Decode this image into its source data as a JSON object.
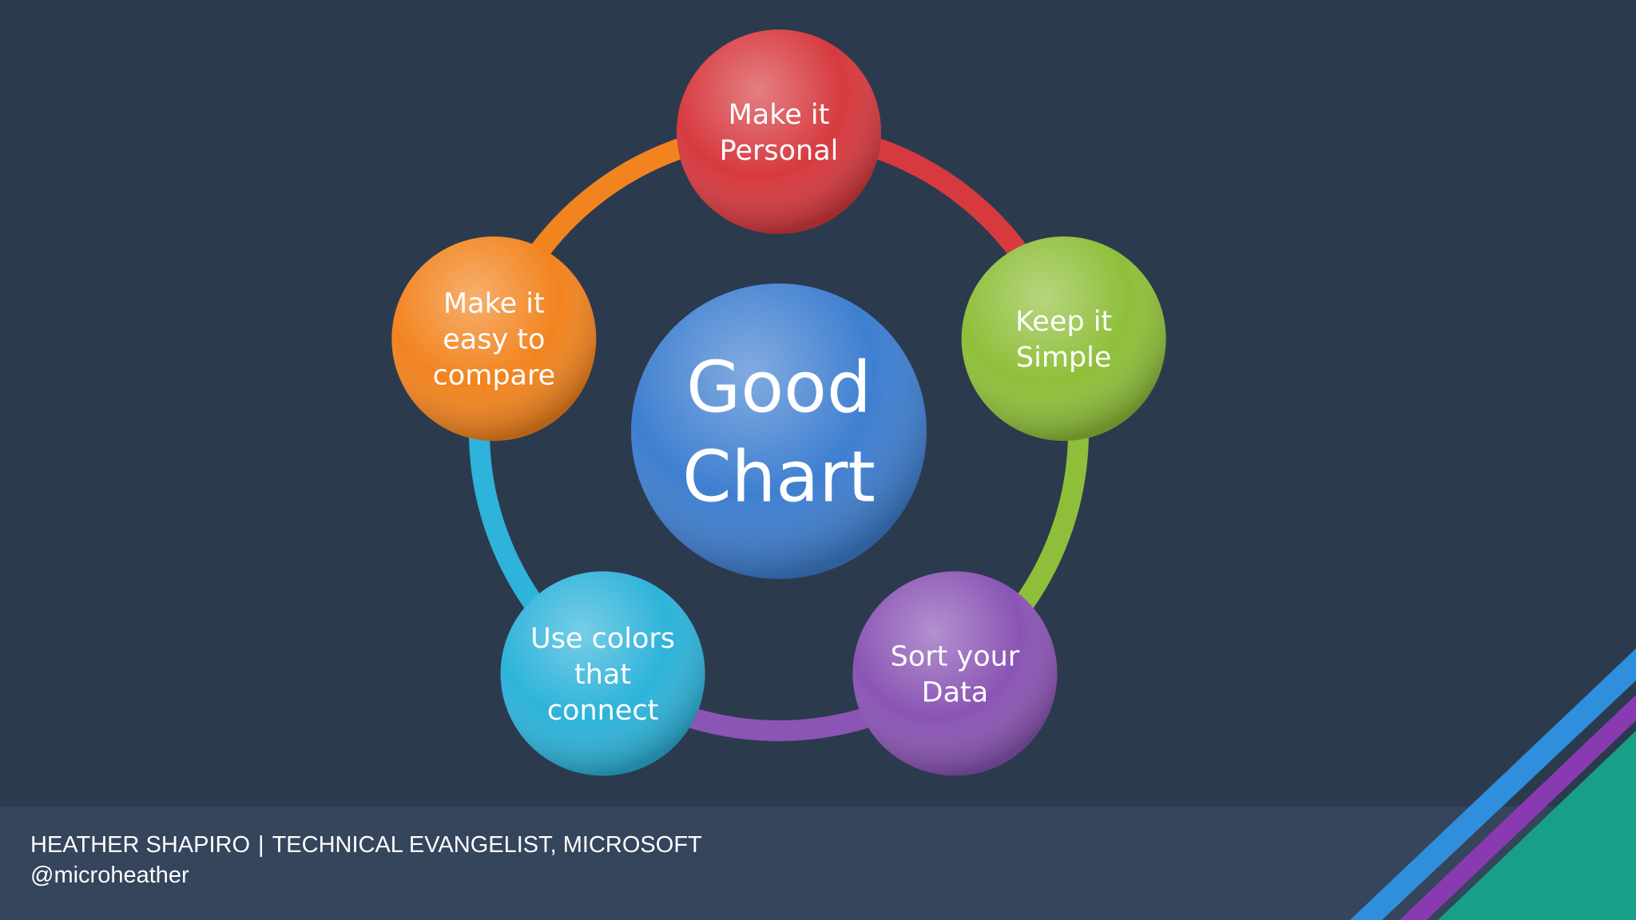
{
  "diagram": {
    "center": {
      "lines": [
        "Good",
        "Chart"
      ],
      "color": "#3f7fd0"
    },
    "nodes": [
      {
        "id": "personal",
        "lines": [
          "Make it",
          "Personal"
        ],
        "color": "#d63a3f"
      },
      {
        "id": "simple",
        "lines": [
          "Keep it",
          "Simple"
        ],
        "color": "#8fbf3a"
      },
      {
        "id": "sort",
        "lines": [
          "Sort your",
          "Data"
        ],
        "color": "#8a55b4"
      },
      {
        "id": "colors",
        "lines": [
          "Use colors",
          "that",
          "connect"
        ],
        "color": "#2eb3da"
      },
      {
        "id": "compare",
        "lines": [
          "Make it",
          "easy to",
          "compare"
        ],
        "color": "#f2841f"
      }
    ],
    "arc_colors": [
      "#d63a3f",
      "#8fbf3a",
      "#8a55b4",
      "#2eb3da",
      "#f2841f"
    ]
  },
  "footer": {
    "name": "HEATHER SHAPIRO",
    "separator": "|",
    "role": "TECHNICAL EVANGELIST, MICROSOFT",
    "handle": "@microheather"
  },
  "accent_colors": {
    "blue": "#2f8fdc",
    "purple": "#8a3ab0",
    "teal": "#17a087"
  }
}
